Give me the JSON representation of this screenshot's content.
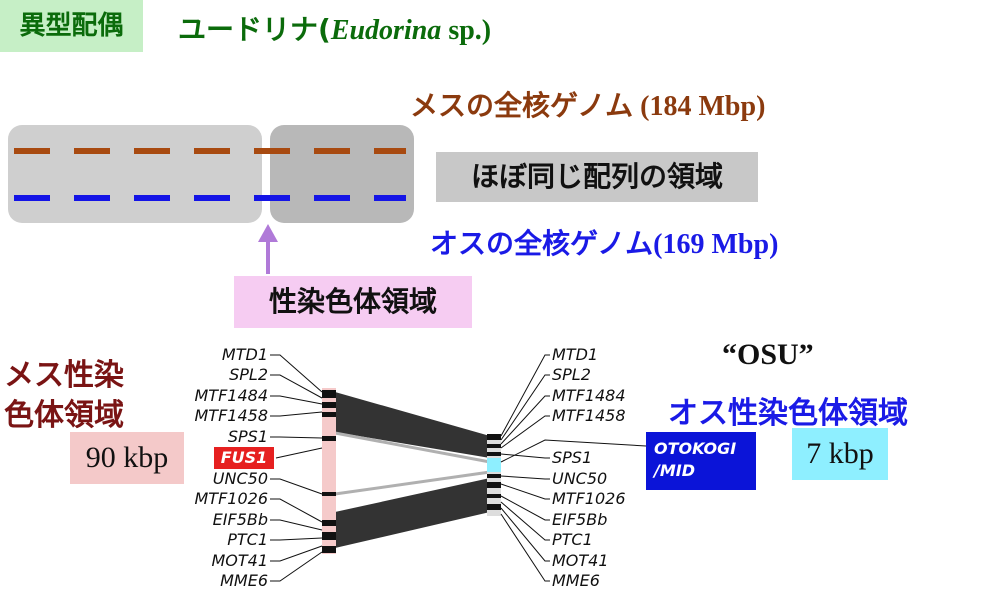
{
  "title": {
    "badge": "異型配偶",
    "organism_ja": "ユードリナ(",
    "organism_sci": "Eudorina",
    "organism_rest": " sp.)"
  },
  "genome": {
    "female_label": "メスの全核ゲノム",
    "female_size": " (184 Mbp)",
    "male_label": "オスの全核ゲノム",
    "male_size": "(169 Mbp)",
    "same_region": "ほぼ同じ配列の領域",
    "sex_region": "性染色体領域",
    "colors": {
      "female": "#8b3a0e",
      "male": "#1a1ae6",
      "female_dash": "#a84a10",
      "male_dash": "#1414e6"
    }
  },
  "female_sex": {
    "label_line1": "メス性染",
    "label_line2": "色体領域",
    "size": "90 kbp",
    "genes": [
      "MTD1",
      "SPL2",
      "MTF1484",
      "MTF1458",
      "SPS1",
      "FUS1",
      "UNC50",
      "MTF1026",
      "EIF5Bb",
      "PTC1",
      "MOT41",
      "MME6"
    ]
  },
  "male_sex": {
    "osu": "“OSU”",
    "label": "オス性染色体領域",
    "size": "7 kbp",
    "otokogi_line1": "OTOKOGI",
    "otokogi_line2": "/MID",
    "genes": [
      "MTD1",
      "SPL2",
      "MTF1484",
      "MTF1458",
      "SPS1",
      "UNC50",
      "MTF1026",
      "EIF5Bb",
      "PTC1",
      "MOT41",
      "MME6"
    ]
  }
}
